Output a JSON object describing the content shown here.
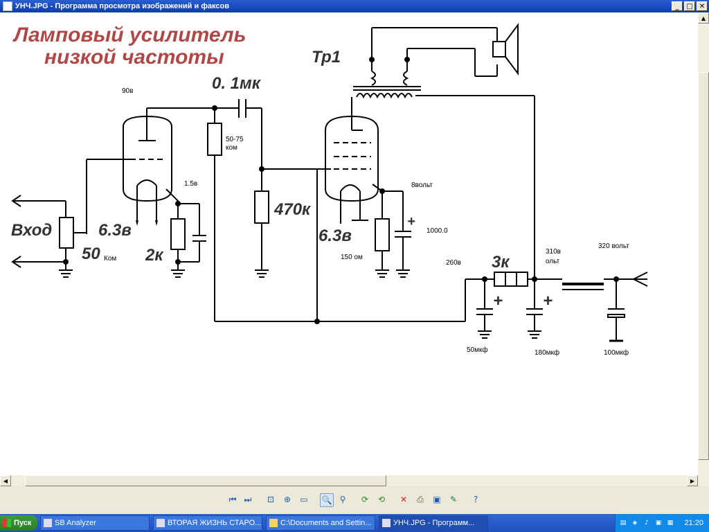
{
  "window": {
    "title": "УНЧ.JPG - Программа просмотра изображений и факсов",
    "min_label": "_",
    "max_label": "□",
    "close_label": "✕"
  },
  "schematic": {
    "title_line1": "Ламповый усилитель",
    "title_line2": "низкой частоты",
    "tr1": "Тр1",
    "cap_top": "0. 1мк",
    "v90": "90в",
    "r_50_75_a": "50-75",
    "r_50_75_b": "ком",
    "v15": "1.5в",
    "input": "Вход",
    "pot_50": "50",
    "pot_unit": "Ком",
    "heater1": "6.3в",
    "r2k": "2к",
    "r470k": "470к",
    "heater2": "6.3в",
    "v8": "8вольт",
    "c1000": "1000.0",
    "r150": "150 ом",
    "v260": "260в",
    "r3k": "3к",
    "v310a": "310в",
    "v310b": "ольт",
    "v320": "320 вольт",
    "c50": "50мкф",
    "c180": "180мкф",
    "c100": "100мкф",
    "plus1": "+",
    "plus2": "+",
    "plus3": "+"
  },
  "toolbar": {
    "icons": [
      "prev-image-icon",
      "next-image-icon",
      "best-fit-icon",
      "actual-size-icon",
      "slideshow-icon",
      "zoom-in-icon",
      "zoom-out-icon",
      "rotate-clockwise-icon",
      "rotate-counterclockwise-icon",
      "delete-icon",
      "print-icon",
      "save-icon",
      "edit-icon",
      "help-icon"
    ]
  },
  "taskbar": {
    "start": "Пуск",
    "tasks": [
      {
        "label": "SB Analyzer"
      },
      {
        "label": "ВТОРАЯ ЖИЗНЬ СТАРО..."
      },
      {
        "label": "C:\\Documents and Settin..."
      },
      {
        "label": "УНЧ.JPG - Программ..."
      }
    ],
    "clock": "21:20"
  }
}
